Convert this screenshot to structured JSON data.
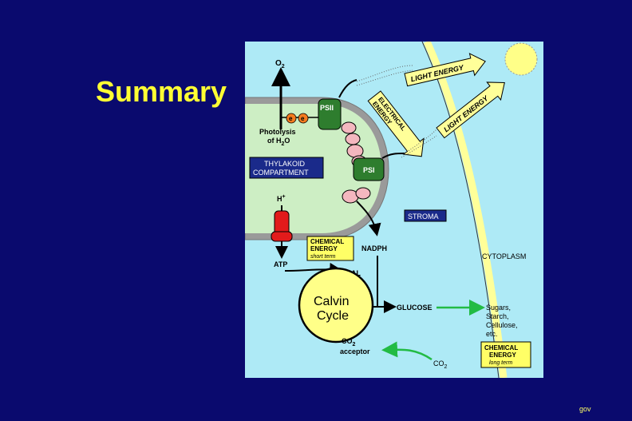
{
  "slide": {
    "title": "Summary",
    "footer": "gov"
  },
  "diagram": {
    "labels": {
      "o2": "O",
      "o2_sub": "2",
      "psii": "PSII",
      "psi": "PSI",
      "electron": "e",
      "photolysis_l1": "Photolysis",
      "photolysis_l2": "of H",
      "photolysis_sub": "2",
      "photolysis_end": "O",
      "thylakoid_l1": "THYLAKOID",
      "thylakoid_l2": "COMPARTMENT",
      "hplus": "H",
      "hplus_sup": "+",
      "stroma": "STROMA",
      "chem_short_l1": "CHEMICAL",
      "chem_short_l2": "ENERGY",
      "chem_short_l3": "short term",
      "nadph": "NADPH",
      "atp": "ATP",
      "pgal": "PGAL",
      "calvin_l1": "Calvin",
      "calvin_l2": "Cycle",
      "glucose": "GLUCOSE",
      "co2_acc_l1": "CO",
      "co2_acc_sub": "2",
      "co2_acc_l2": "acceptor",
      "co2": "CO",
      "co2_sub": "2",
      "cytoplasm": "CYTOPLASM",
      "products_l1": "Sugars,",
      "products_l2": "Starch,",
      "products_l3": "Cellulose,",
      "products_l4": "etc.",
      "chem_long_l1": "CHEMICAL",
      "chem_long_l2": "ENERGY",
      "chem_long_l3": "long term",
      "light_energy_1": "LIGHT ENERGY",
      "light_energy_2": "LIGHT ENERGY",
      "electrical_energy_l1": "ELECTRICAL",
      "electrical_energy_l2": "ENERGY"
    },
    "colors": {
      "figure_bg": "#aeeaf6",
      "stroma": "#b7f0fa",
      "thylakoid": "#cdeec4",
      "membrane": "#9a9a9a",
      "cell_wall": "#ffff99",
      "photosystem": "#2e7d2e",
      "protein": "#f4b7bf",
      "atp_synthase": "#e21b1b",
      "calvin": "#ffff88",
      "label_box": "#1a2a8a",
      "yellow_box": "#ffff66",
      "arrow_green": "#22bb44"
    }
  }
}
